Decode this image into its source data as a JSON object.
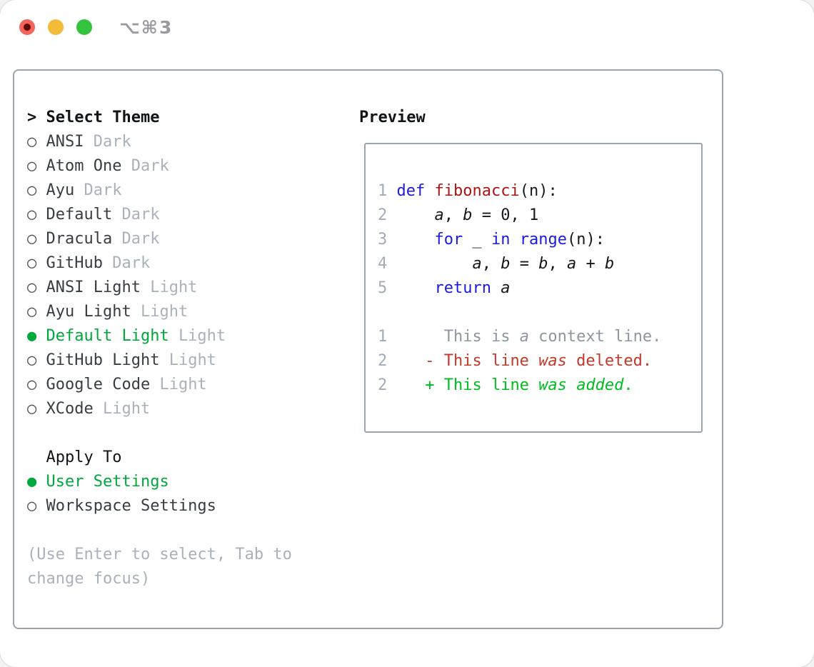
{
  "titlebar": {
    "shortcut": "⌥⌘3"
  },
  "theme_list": {
    "header": "Select Theme",
    "focus_marker": ">",
    "items": [
      {
        "name": "ANSI",
        "variant": "Dark",
        "selected": false
      },
      {
        "name": "Atom One",
        "variant": "Dark",
        "selected": false
      },
      {
        "name": "Ayu",
        "variant": "Dark",
        "selected": false
      },
      {
        "name": "Default",
        "variant": "Dark",
        "selected": false
      },
      {
        "name": "Dracula",
        "variant": "Dark",
        "selected": false
      },
      {
        "name": "GitHub",
        "variant": "Dark",
        "selected": false
      },
      {
        "name": "ANSI Light",
        "variant": "Light",
        "selected": false
      },
      {
        "name": "Ayu Light",
        "variant": "Light",
        "selected": false
      },
      {
        "name": "Default Light",
        "variant": "Light",
        "selected": true
      },
      {
        "name": "GitHub Light",
        "variant": "Light",
        "selected": false
      },
      {
        "name": "Google Code",
        "variant": "Light",
        "selected": false
      },
      {
        "name": "XCode",
        "variant": "Light",
        "selected": false
      }
    ]
  },
  "apply_to": {
    "header": "Apply To",
    "options": [
      {
        "label": "User Settings",
        "selected": true
      },
      {
        "label": "Workspace Settings",
        "selected": false
      }
    ]
  },
  "help_lines": [
    "(Use Enter to select, Tab to",
    "change focus)"
  ],
  "preview": {
    "label": "Preview",
    "lines": [
      {
        "kind": "code",
        "n": "1",
        "segs": [
          {
            "t": "def",
            "c": "kw"
          },
          {
            "t": " "
          },
          {
            "t": "fibonacci",
            "c": "fn"
          },
          {
            "t": "(n):"
          }
        ]
      },
      {
        "kind": "code",
        "n": "2",
        "segs": [
          {
            "t": "    "
          },
          {
            "t": "a",
            "i": true
          },
          {
            "t": ", "
          },
          {
            "t": "b",
            "i": true
          },
          {
            "t": " = 0, 1"
          }
        ]
      },
      {
        "kind": "code",
        "n": "3",
        "segs": [
          {
            "t": "    "
          },
          {
            "t": "for",
            "c": "kw"
          },
          {
            "t": " _ "
          },
          {
            "t": "in",
            "c": "kw"
          },
          {
            "t": " "
          },
          {
            "t": "range",
            "c": "kw"
          },
          {
            "t": "(n):"
          }
        ]
      },
      {
        "kind": "code",
        "n": "4",
        "segs": [
          {
            "t": "        "
          },
          {
            "t": "a",
            "i": true
          },
          {
            "t": ", "
          },
          {
            "t": "b",
            "i": true
          },
          {
            "t": " = "
          },
          {
            "t": "b",
            "i": true
          },
          {
            "t": ", "
          },
          {
            "t": "a",
            "i": true
          },
          {
            "t": " + "
          },
          {
            "t": "b",
            "i": true
          }
        ]
      },
      {
        "kind": "code",
        "n": "5",
        "segs": [
          {
            "t": "    "
          },
          {
            "t": "return",
            "c": "kw"
          },
          {
            "t": " "
          },
          {
            "t": "a",
            "i": true
          }
        ]
      },
      {
        "kind": "blank",
        "n": "",
        "segs": []
      },
      {
        "kind": "diff-context",
        "n": "1",
        "segs": [
          {
            "t": "     This is ",
            "c": "ctx"
          },
          {
            "t": "a",
            "c": "ctx",
            "i": true
          },
          {
            "t": " context line.",
            "c": "ctx"
          }
        ]
      },
      {
        "kind": "diff-deleted",
        "n": "2",
        "segs": [
          {
            "t": "   - This line ",
            "c": "del"
          },
          {
            "t": "was",
            "c": "del",
            "i": true
          },
          {
            "t": " deleted.",
            "c": "del"
          }
        ]
      },
      {
        "kind": "diff-added",
        "n": "2",
        "segs": [
          {
            "t": "   + This line ",
            "c": "add"
          },
          {
            "t": "was",
            "c": "add",
            "i": true
          },
          {
            "t": " ",
            "c": "add"
          },
          {
            "t": "added",
            "c": "add",
            "i": true
          },
          {
            "t": ".",
            "c": "add"
          }
        ]
      }
    ]
  },
  "colors": {
    "accent_green": "#00a83c",
    "keyword_blue": "#1b1be0",
    "function_red": "#aa1616",
    "diff_deleted_red": "#c43a2a",
    "diff_added_green": "#00bd20",
    "muted_gray": "#a9b2bc",
    "text_dark": "#383c43",
    "heading_black": "#121518",
    "border_gray": "#9ba5b0",
    "line_number_gray": "#a3abb6",
    "context_gray": "#8f969f",
    "traffic_red": "#f2645c",
    "traffic_red_dot": "#610b05",
    "traffic_yellow": "#f4bb3b",
    "traffic_green": "#35c23e",
    "titlebar_gray": "#9a9ba1"
  }
}
